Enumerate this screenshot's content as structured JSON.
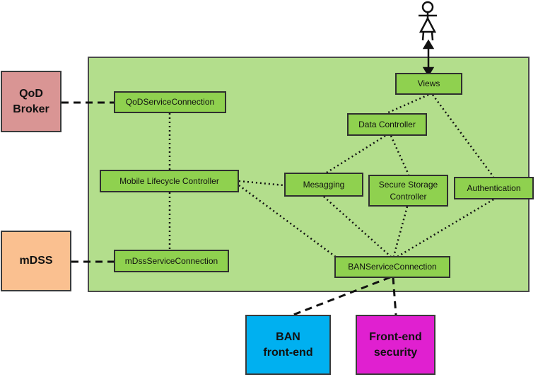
{
  "components": {
    "views": "Views",
    "data_controller": "Data Controller",
    "qod_service_connection": "QoDServiceConnection",
    "mobile_lifecycle_controller": "Mobile Lifecycle Controller",
    "messaging": "Mesagging",
    "secure_storage_controller": "Secure Storage\nController",
    "authentication": "Authentication",
    "mdss_service_connection": "mDssServiceConnection",
    "ban_service_connection": "BANServiceConnection"
  },
  "external": {
    "qod_broker": "QoD\nBroker",
    "mdss": "mDSS",
    "ban_front_end": "BAN\nfront-end",
    "front_end_security": "Front-end\nsecurity"
  },
  "colors": {
    "container": "#b3de8c",
    "component": "#8fd14f",
    "qod_broker": "#d99594",
    "mdss": "#fac090",
    "ban_front_end": "#00b0f0",
    "front_end_security": "#e020d0"
  },
  "icons": {
    "user": "user-stick-figure-icon"
  }
}
